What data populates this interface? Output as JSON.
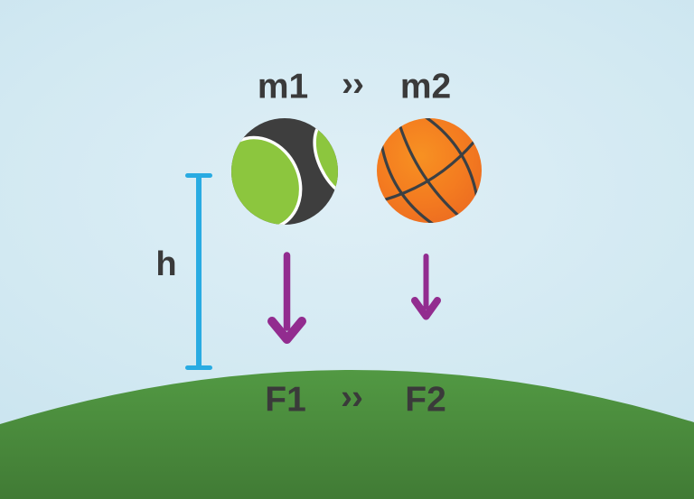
{
  "diagram": {
    "description": "Two balls of different mass dropped from the same height h above the ground"
  },
  "labels": {
    "mass_left": "m1",
    "mass_comparator": "››",
    "mass_right": "m2",
    "height_marker": "h",
    "force_left": "F1",
    "force_comparator": "››",
    "force_right": "F2"
  },
  "objects": {
    "left_ball": "tennis-ball",
    "right_ball": "basketball",
    "left_arrow": "large-downward-force-arrow",
    "right_arrow": "small-downward-force-arrow",
    "height_indicator": "vertical-height-bracket",
    "ground": "green-hill"
  },
  "colors": {
    "sky_center": "#dfeff6",
    "sky_edge": "#c7e2ee",
    "ground_top": "#529943",
    "ground_bottom": "#417b35",
    "label_text": "#3a3a3a",
    "height_line": "#29abe2",
    "force_arrow": "#922c8f",
    "tennis_ball_dark": "#3e3e3e",
    "tennis_ball_green": "#8cc63e",
    "tennis_ball_seam": "#ffffff",
    "basketball_orange_light": "#f79122",
    "basketball_orange": "#f47c20",
    "basketball_orange_dark": "#eb6a21",
    "basketball_seam": "#3c4043"
  }
}
